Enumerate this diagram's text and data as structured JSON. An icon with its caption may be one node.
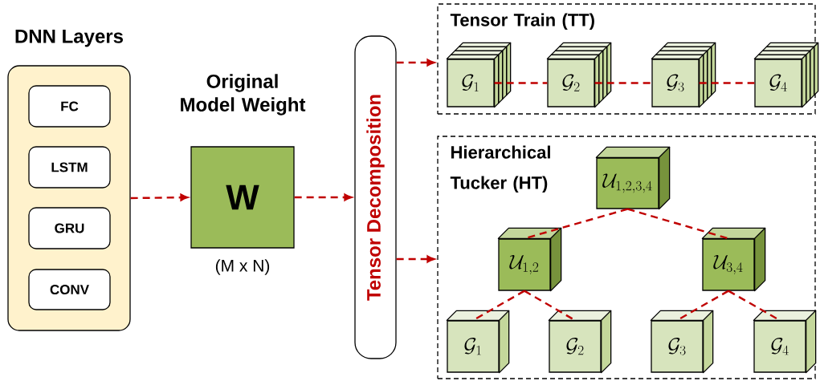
{
  "diagram": {
    "nodes": [
      {
        "text": [
          "DNN Layers"
        ]
      },
      {
        "text": [
          "FC"
        ],
        "in": 0
      },
      {
        "text": [
          "LSTM"
        ],
        "in": 0
      },
      {
        "text": [
          "GRU"
        ],
        "in": 0
      },
      {
        "text": [
          "CONV"
        ],
        "in": 0
      },
      {
        "text": [
          "Original Model Weight",
          "W"
        ],
        "beside": [
          "(M x N)"
        ]
      },
      {
        "text": [
          "Tensor Decomposition"
        ]
      },
      {
        "text": [
          "Tensor Train (TT)"
        ]
      },
      {
        "text": [
          "\\mathcal{G}_{1}"
        ],
        "in": 7
      },
      {
        "text": [
          "\\mathcal{G}_{2}"
        ],
        "in": 7
      },
      {
        "text": [
          "\\mathcal{G}_{3}"
        ],
        "in": 7
      },
      {
        "text": [
          "\\mathcal{G}_{4}"
        ],
        "in": 7
      },
      {
        "text": [
          "Hierarchical Tucker (HT)"
        ]
      },
      {
        "text": [
          "\\mathcal{U}_{1,2,3,4}"
        ],
        "in": 12
      },
      {
        "text": [
          "\\mathcal{U}_{1,2}"
        ],
        "in": 12
      },
      {
        "text": [
          "\\mathcal{U}_{3,4}"
        ],
        "in": 12
      },
      {
        "text": [
          "\\mathcal{G}_{1}"
        ],
        "in": 12
      },
      {
        "text": [
          "\\mathcal{G}_{2}"
        ],
        "in": 12
      },
      {
        "text": [
          "\\mathcal{G}_{3}"
        ],
        "in": 12
      },
      {
        "text": [
          "\\mathcal{G}_{4}"
        ],
        "in": 12
      }
    ],
    "edges": [
      {
        "from": 0,
        "to": 5,
        "arrow": "to",
        "style": "dashed"
      },
      {
        "from": 5,
        "to": 6,
        "arrow": "to",
        "style": "dashed"
      },
      {
        "from": 6,
        "to": 7,
        "arrow": "to",
        "style": "dashed"
      },
      {
        "from": 6,
        "to": 12,
        "arrow": "to",
        "style": "dashed"
      },
      {
        "from": 8,
        "to": 9,
        "arrow": "none",
        "style": "dashed"
      },
      {
        "from": 9,
        "to": 10,
        "arrow": "none",
        "style": "dashed"
      },
      {
        "from": 10,
        "to": 11,
        "arrow": "none",
        "style": "dashed"
      },
      {
        "from": 13,
        "to": 14,
        "arrow": "none",
        "style": "dashed"
      },
      {
        "from": 13,
        "to": 15,
        "arrow": "none",
        "style": "dashed"
      },
      {
        "from": 14,
        "to": 16,
        "arrow": "none",
        "style": "dashed"
      },
      {
        "from": 14,
        "to": 17,
        "arrow": "none",
        "style": "dashed"
      },
      {
        "from": 15,
        "to": 18,
        "arrow": "none",
        "style": "dashed"
      },
      {
        "from": 15,
        "to": 19,
        "arrow": "none",
        "style": "dashed"
      }
    ]
  }
}
